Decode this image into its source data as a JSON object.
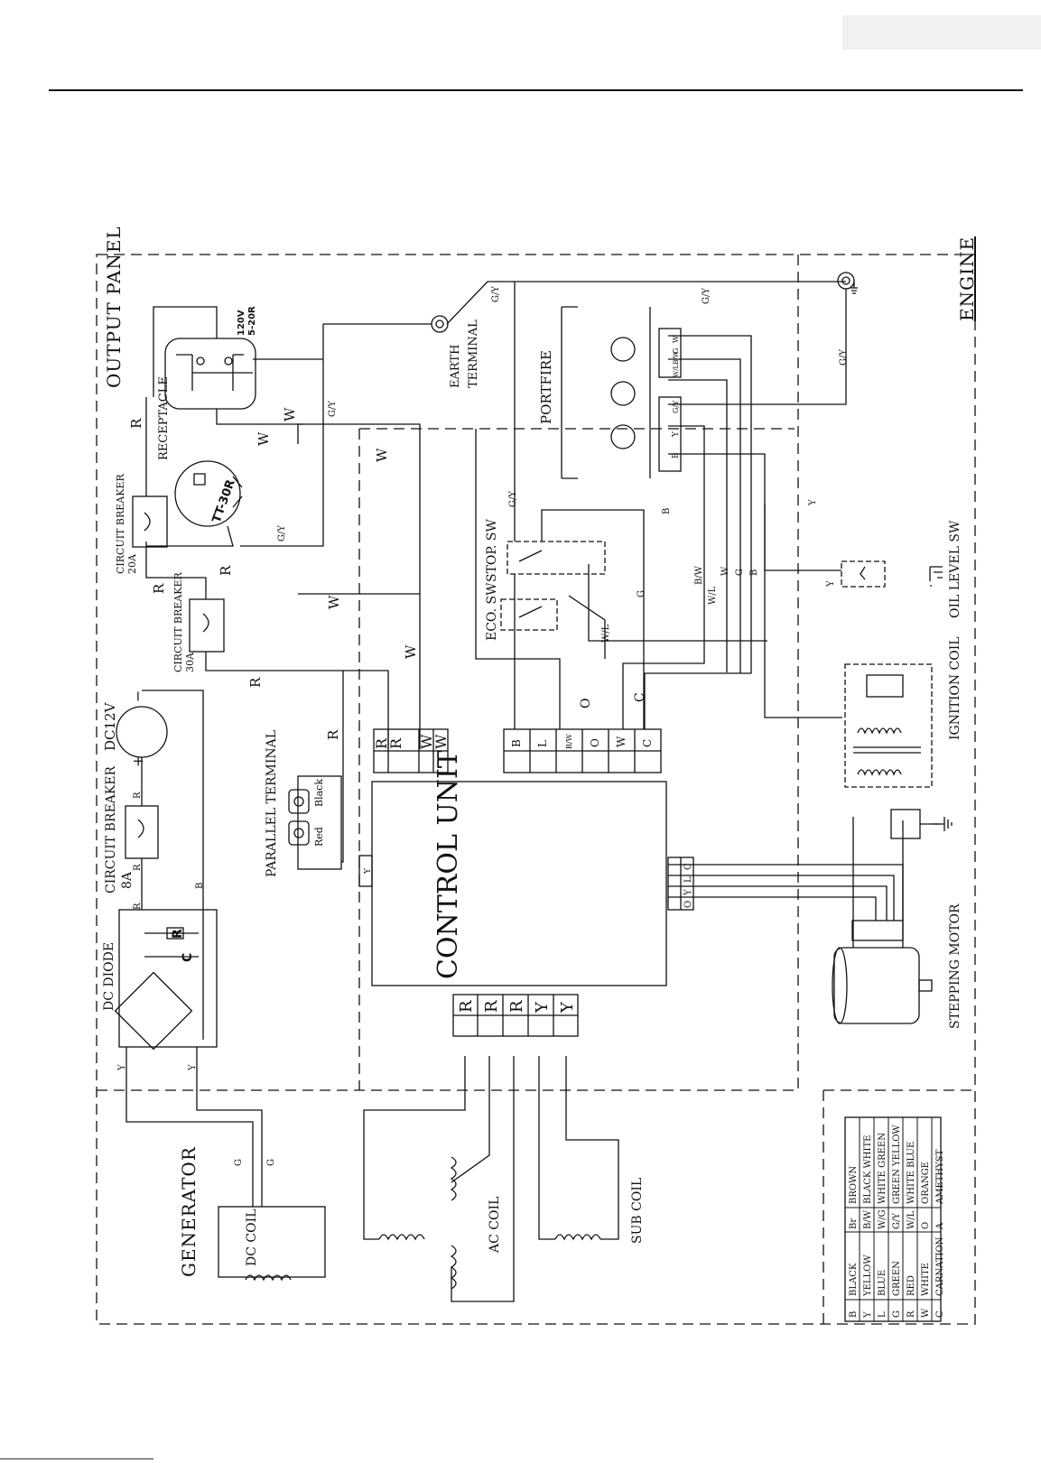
{
  "sections": {
    "output_panel": "OUTPUT PANEL",
    "engine": "ENGINE",
    "generator": "GENERATOR"
  },
  "components": {
    "receptacle": "RECEPTACLE",
    "receptacle_rating_1": "120V",
    "receptacle_rating_2": "5-20R",
    "tt30r": "TT-30R",
    "earth_terminal_1": "EARTH",
    "earth_terminal_2": "TERMINAL",
    "portfire": "PORTFIRE",
    "circuit_breaker": "CIRCUIT BREAKER",
    "cb_20a": "20A",
    "cb_30a": "30A",
    "cb_8a": "8A",
    "dc12v": "DC12V",
    "parallel_terminal": "PARALLEL TERMINAL",
    "red": "Red",
    "black": "Black",
    "stop_sw": "STOP. SW",
    "eco_sw": "ECO. SW",
    "control_unit": "CONTROL UNIT",
    "oil_level_sw": "OIL LEVEL SW",
    "ignition_coil": "IGNITION COIL",
    "stepping_motor": "STEPPING MOTOR",
    "dc_diode": "DC DIODE",
    "dc_coil": "DC COIL",
    "ac_coil": "AC COIL",
    "sub_coil": "SUB COIL",
    "diode_r": "R",
    "diode_c": "C"
  },
  "connectors": {
    "control_top": [
      "B",
      "L",
      "B/W",
      "O",
      "W",
      "C"
    ],
    "control_rw": [
      "R",
      "R",
      "W",
      "W"
    ],
    "control_bottom": [
      "R",
      "R",
      "R",
      "Y",
      "Y"
    ],
    "motor": [
      "O",
      "Y",
      "L",
      "C"
    ],
    "portfire_top": [
      "W",
      "G",
      "W/LB/W"
    ],
    "portfire_bottom": [
      "G/Y",
      "Y",
      "B"
    ],
    "control_side": "Y"
  },
  "wire_labels": {
    "R": "R",
    "W": "W",
    "B": "B",
    "Y": "Y",
    "G": "G",
    "O": "O",
    "C": "C",
    "GY": "G/Y",
    "BW": "B/W",
    "WL": "W/L",
    "plus": "+",
    "minus": "−"
  },
  "legend": [
    [
      "B",
      "BLACK",
      "Br",
      "BROWN"
    ],
    [
      "Y",
      "YELLOW",
      "B/W",
      "BLACK WHITE"
    ],
    [
      "L",
      "BLUE",
      "W/G",
      "WHITE GREEN"
    ],
    [
      "G",
      "GREEN",
      "G/Y",
      "GREEN YELLOW"
    ],
    [
      "R",
      "RED",
      "W/L",
      "WHITE BLUE"
    ],
    [
      "W",
      "WHITE",
      "O",
      "ORANGE"
    ],
    [
      "C",
      "CARNATION",
      "A",
      "AMETHYST"
    ]
  ]
}
